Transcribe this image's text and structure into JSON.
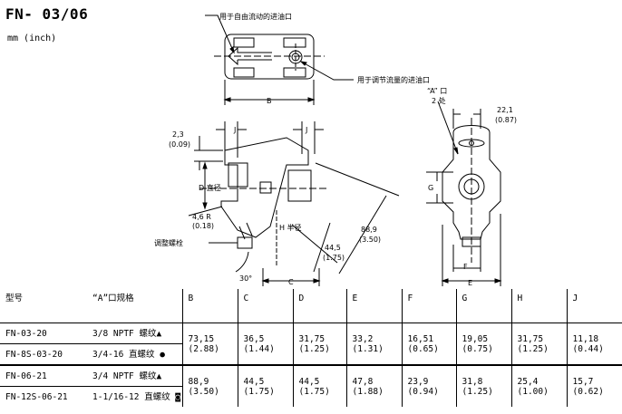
{
  "header": {
    "title": "FN- 03/06",
    "units": "mm  (inch)"
  },
  "callouts": {
    "free_flow_port": "用于自由流动的进油口",
    "metered_port": "用于调节流量的进油口",
    "a_port": "“A” 口",
    "a_port_count": "2 处",
    "diameter_d": "D 直径",
    "radius_h": "H 半径",
    "adjust_screw": "调整螺栓"
  },
  "dimensions": {
    "B": "B",
    "C": "C",
    "E": "E",
    "F": "F",
    "G": "G",
    "J": "J",
    "d_2_3": "2,3",
    "d_0_09": "(0.09)",
    "d_4_6": "4,6 R",
    "d_0_18": "(0.18)",
    "d_22_1": "22,1",
    "d_0_87": "(0.87)",
    "d_88_9": "88,9",
    "d_3_50": "(3.50)",
    "d_44_5": "44,5",
    "d_1_75": "(1.75)",
    "angle_30": "30°"
  },
  "table": {
    "headers": [
      "型号",
      "“A”口规格",
      "B",
      "C",
      "D",
      "E",
      "F",
      "G",
      "H",
      "J"
    ],
    "groups": [
      {
        "rows": [
          {
            "model": "FN-03-20",
            "port": "3/8 NPTF 螺纹▲"
          },
          {
            "model": "FN-8S-03-20",
            "port": "3/4-16 直螺纹 ●"
          }
        ],
        "values": [
          [
            "73,15",
            "(2.88)"
          ],
          [
            "36,5",
            "(1.44)"
          ],
          [
            "31,75",
            "(1.25)"
          ],
          [
            "33,2",
            "(1.31)"
          ],
          [
            "16,51",
            "(0.65)"
          ],
          [
            "19,05",
            "(0.75)"
          ],
          [
            "31,75",
            "(1.25)"
          ],
          [
            "11,18",
            "(0.44)"
          ]
        ]
      },
      {
        "rows": [
          {
            "model": "FN-06-21",
            "port": "3/4 NPTF 螺纹▲"
          },
          {
            "model": "FN-12S-06-21",
            "port": "1-1/16-12 直螺纹 ◙"
          }
        ],
        "values": [
          [
            "88,9",
            "(3.50)"
          ],
          [
            "44,5",
            "(1.75)"
          ],
          [
            "44,5",
            "(1.75)"
          ],
          [
            "47,8",
            "(1.88)"
          ],
          [
            "23,9",
            "(0.94)"
          ],
          [
            "31,8",
            "(1.25)"
          ],
          [
            "25,4",
            "(1.00)"
          ],
          [
            "15,7",
            "(0.62)"
          ]
        ]
      }
    ]
  }
}
